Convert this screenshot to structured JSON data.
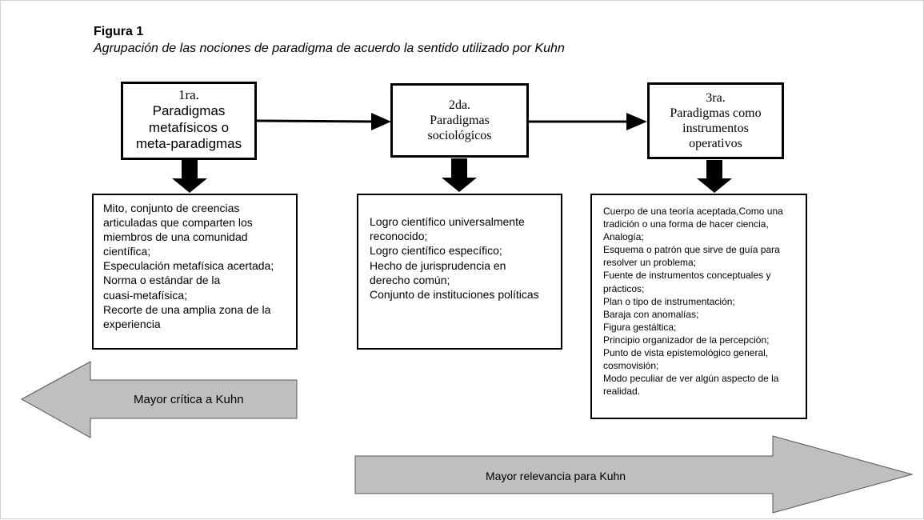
{
  "figure": {
    "title": "Figura 1",
    "subtitle": "Agrupación de las nociones de paradigma de acuerdo la sentido utilizado por Kuhn"
  },
  "boxes": [
    {
      "lines": [
        "1ra.",
        "Paradigmas",
        "metafísicos o",
        "meta-paradigmas"
      ]
    },
    {
      "lines": [
        "2da.",
        "Paradigmas",
        "sociológicos"
      ]
    },
    {
      "lines": [
        "3ra.",
        "Paradigmas como",
        "instrumentos",
        "operativos"
      ]
    }
  ],
  "descriptions": [
    {
      "lines": [
        "Mito, conjunto de creencias",
        "articuladas que comparten los",
        "miembros de una comunidad",
        "científica;",
        "Especulación metafísica acertada;",
        "Norma o estándar de la",
        "cuasi-metafísica;",
        "Recorte de una amplia zona de la",
        "experiencia"
      ]
    },
    {
      "lines": [
        "Logro científico universalmente",
        "reconocido;",
        "Logro científico específico;",
        "Hecho de jurisprudencia en",
        "derecho común;",
        "Conjunto de instituciones políticas"
      ]
    },
    {
      "lines": [
        "Cuerpo de una teoría aceptada,Como una",
        "tradición o una forma de hacer ciencia,",
        "Analogía;",
        "Esquema o patrón que sirve de guía para",
        "resolver un problema;",
        "Fuente de instrumentos conceptuales y",
        "prácticos;",
        "Plan o tipo de instrumentación;",
        "Baraja con anomalías;",
        "Figura gestáltica;",
        "Principio organizador de la percepción;",
        "Punto de vista epistemológico general,",
        "cosmovisión;",
        "Modo peculiar de ver algún aspecto de la",
        "realidad."
      ]
    }
  ],
  "arrows": {
    "left_label": "Mayor crítica a Kuhn",
    "right_label": "Mayor relevancia para Kuhn",
    "fill_color": "#bfbfbf"
  }
}
